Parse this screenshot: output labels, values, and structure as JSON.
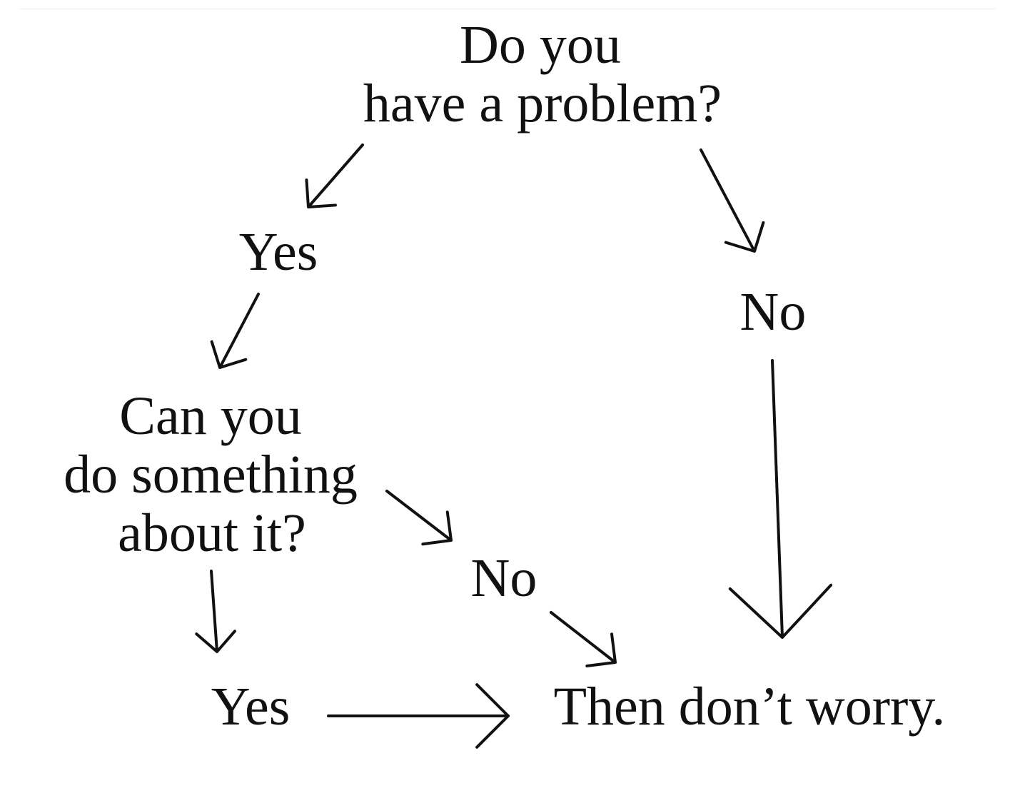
{
  "diagram": {
    "question1": {
      "line1": "Do you",
      "line2": "have a problem?"
    },
    "answer_yes_1": "Yes",
    "answer_no_1": "No",
    "question2": {
      "line1": "Can you",
      "line2": "do something",
      "line3": "about it?"
    },
    "answer_no_2": "No",
    "answer_yes_2": "Yes",
    "conclusion": "Then don’t worry."
  }
}
